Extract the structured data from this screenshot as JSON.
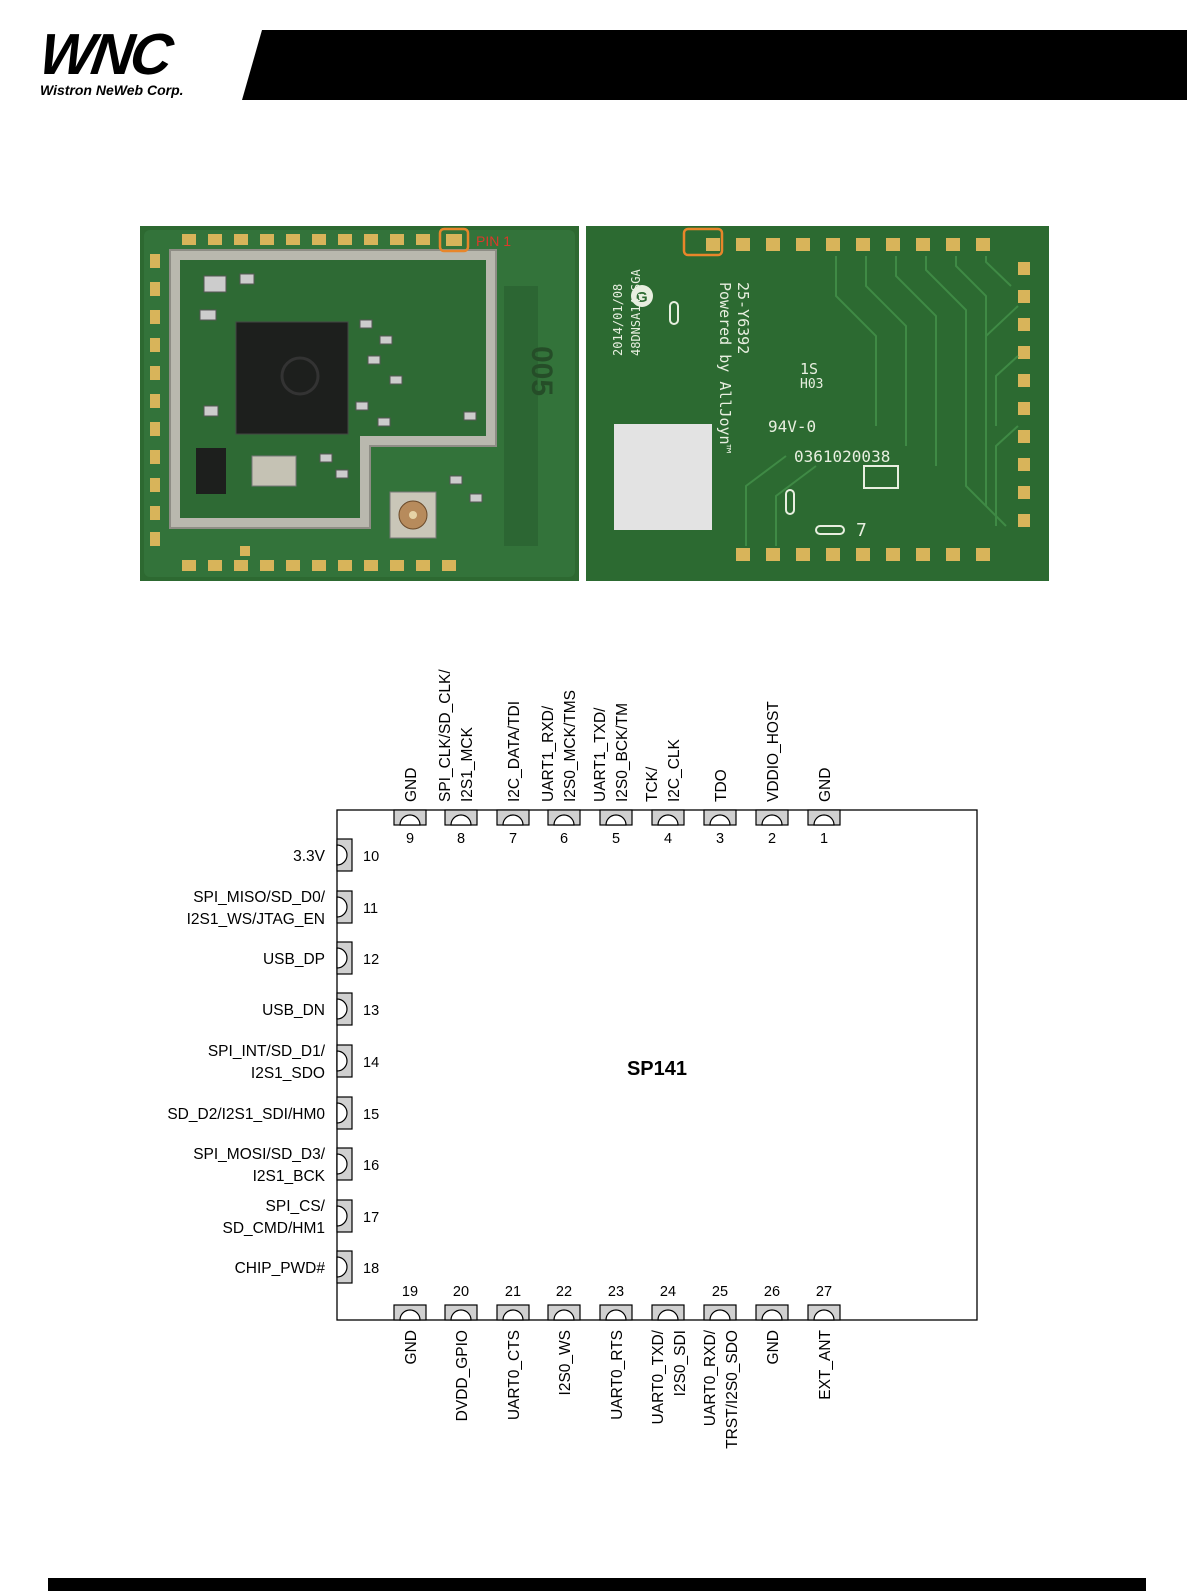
{
  "header": {
    "logo_text": "WNC",
    "logo_subtitle": "Wistron NeWeb Corp."
  },
  "photos": {
    "top_view": {
      "pin1_label": "PIN 1",
      "shield_mark": "005"
    },
    "bottom_view": {
      "part_number": "25-Y6392",
      "powered_by": "Powered by AllJoyn™",
      "date_code": "2014/01/08",
      "lot_code": "48DNSA14.SGA",
      "mark_1s": "1S",
      "mark_h03": "H03",
      "flammability": "94V-0",
      "serial": "0361020038",
      "pad_mark": "7",
      "g_logo": "G"
    }
  },
  "diagram": {
    "chip_name": "SP141",
    "top_pins": [
      {
        "num": "9",
        "label": [
          "GND"
        ]
      },
      {
        "num": "8",
        "label": [
          "SPI_CLK/SD_CLK/",
          "I2S1_MCK"
        ]
      },
      {
        "num": "7",
        "label": [
          "I2C_DATA/TDI"
        ]
      },
      {
        "num": "6",
        "label": [
          "UART1_RXD/",
          "I2S0_MCK/TMS"
        ]
      },
      {
        "num": "5",
        "label": [
          "UART1_TXD/",
          "I2S0_BCK/TM"
        ]
      },
      {
        "num": "4",
        "label": [
          "TCK/",
          "I2C_CLK"
        ]
      },
      {
        "num": "3",
        "label": [
          "TDO"
        ]
      },
      {
        "num": "2",
        "label": [
          "VDDIO_HOST"
        ]
      },
      {
        "num": "1",
        "label": [
          "GND"
        ]
      }
    ],
    "left_pins": [
      {
        "num": "10",
        "label": [
          "3.3V"
        ]
      },
      {
        "num": "11",
        "label": [
          "SPI_MISO/SD_D0/",
          "I2S1_WS/JTAG_EN"
        ]
      },
      {
        "num": "12",
        "label": [
          "USB_DP"
        ]
      },
      {
        "num": "13",
        "label": [
          "USB_DN"
        ]
      },
      {
        "num": "14",
        "label": [
          "SPI_INT/SD_D1/",
          "I2S1_SDO"
        ]
      },
      {
        "num": "15",
        "label": [
          "SD_D2/I2S1_SDI/HM0"
        ]
      },
      {
        "num": "16",
        "label": [
          "SPI_MOSI/SD_D3/",
          "I2S1_BCK"
        ]
      },
      {
        "num": "17",
        "label": [
          "SPI_CS/",
          "SD_CMD/HM1"
        ]
      },
      {
        "num": "18",
        "label": [
          "CHIP_PWD#"
        ]
      }
    ],
    "bottom_pins": [
      {
        "num": "19",
        "label": [
          "GND"
        ]
      },
      {
        "num": "20",
        "label": [
          "DVDD_GPIO"
        ]
      },
      {
        "num": "21",
        "label": [
          "UART0_CTS"
        ]
      },
      {
        "num": "22",
        "label": [
          "I2S0_WS"
        ]
      },
      {
        "num": "23",
        "label": [
          "UART0_RTS"
        ]
      },
      {
        "num": "24",
        "label": [
          "UART0_TXD/",
          "I2S0_SDI"
        ]
      },
      {
        "num": "25",
        "label": [
          "UART0_RXD/",
          "TRST/I2S0_SDO"
        ]
      },
      {
        "num": "26",
        "label": [
          "GND"
        ]
      },
      {
        "num": "27",
        "label": [
          "EXT_ANT"
        ]
      }
    ]
  },
  "colors": {
    "pcb_green": "#2f6b33",
    "gold_pad": "#d8b45a",
    "shield": "#b9b8ae",
    "pin1_highlight": "#e8862a",
    "pin1_text": "#d93a2a",
    "pad_fill": "#d0d0d0"
  }
}
